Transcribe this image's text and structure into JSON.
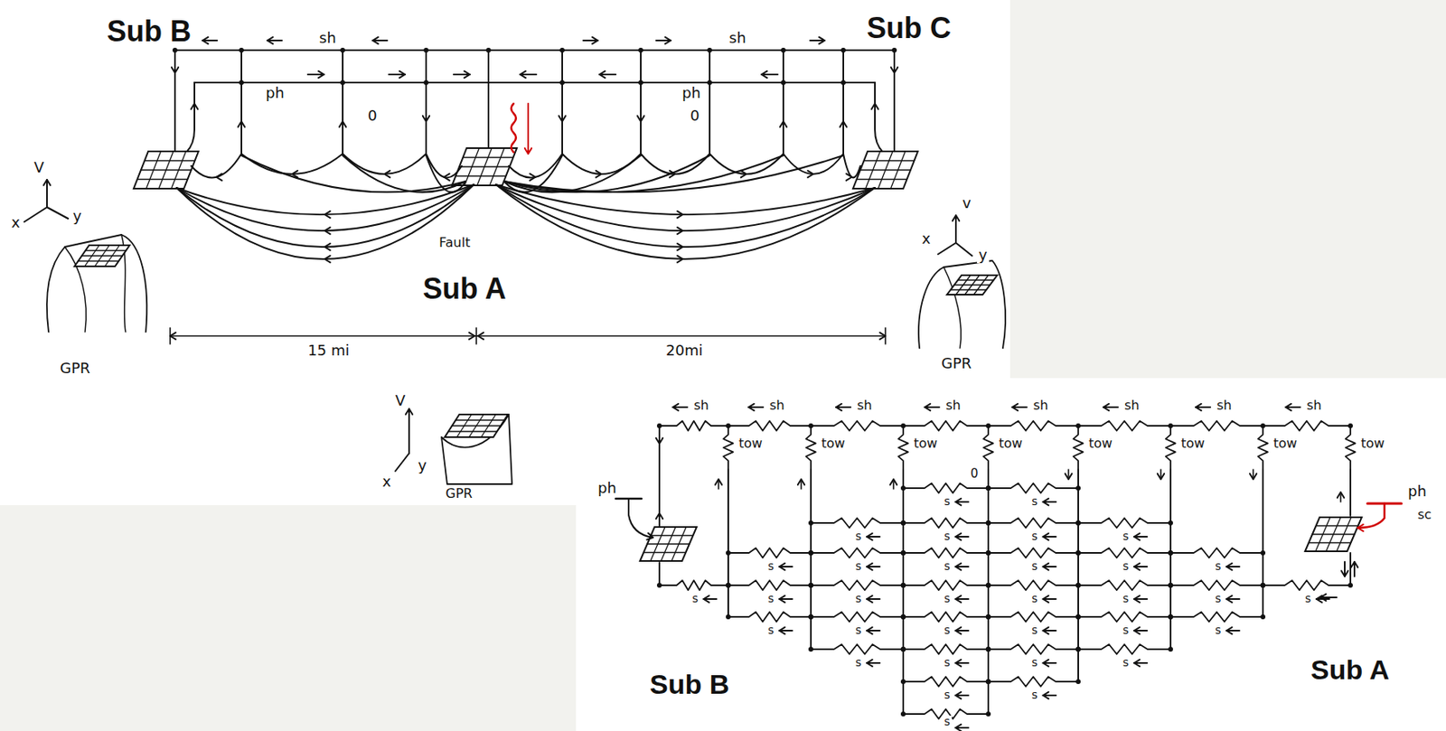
{
  "diagram": {
    "labels": [
      "Sub B",
      "Sub C",
      "sh",
      "sh",
      "ph",
      "ph",
      "0",
      "0",
      "Fault",
      "Sub A",
      "15 mi",
      "20mi",
      "V",
      "x",
      "y",
      "GPR",
      "v",
      "x",
      "y",
      "GPR",
      "V",
      "x",
      "y",
      "GPR",
      "sh",
      "sh",
      "sh",
      "sh",
      "sh",
      "sh",
      "sh",
      "sh",
      "tow",
      "tow",
      "tow",
      "tow",
      "tow",
      "tow",
      "tow",
      "tow",
      "0",
      "ph",
      "ph",
      "sc",
      "Sub B",
      "Sub A",
      "s",
      "s",
      "s",
      "s",
      "s",
      "s",
      "s",
      "s",
      "s",
      "s",
      "s",
      "s",
      "s",
      "s",
      "s",
      "s",
      "s",
      "s",
      "s",
      "s",
      "s",
      "s",
      "s",
      "s",
      "s",
      "s",
      "s",
      "s",
      "s",
      "s",
      "s",
      "s",
      "s"
    ]
  }
}
